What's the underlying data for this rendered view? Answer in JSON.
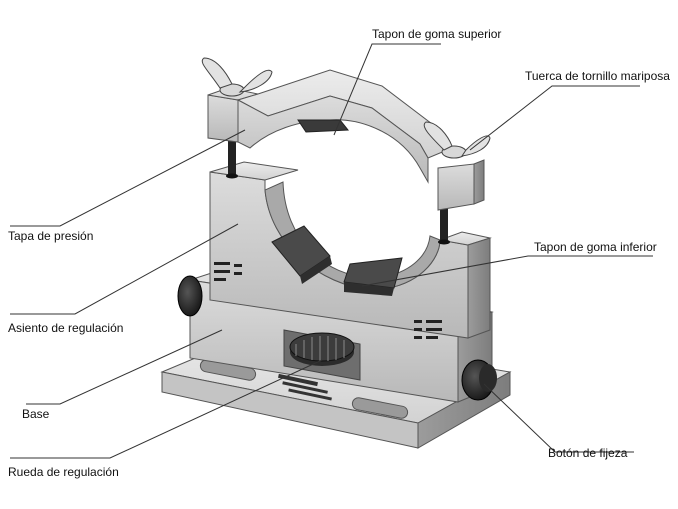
{
  "labels": {
    "upper_rubber": "Tapon de goma superior",
    "wing_nut": "Tuerca de tornillo mariposa",
    "pressure_cap": "Tapa de presión",
    "lower_rubber": "Tapon de goma inferior",
    "adjust_seat": "Asiento de regulación",
    "base": "Base",
    "fix_knob": "Botón de fijeza",
    "adjust_wheel": "Rueda de regulación"
  },
  "colors": {
    "metal_light": "#d4d4d4",
    "metal_mid": "#bdbdbd",
    "metal_dark": "#8e8e8e",
    "knob": "#222222",
    "leader_line": "#333333"
  }
}
